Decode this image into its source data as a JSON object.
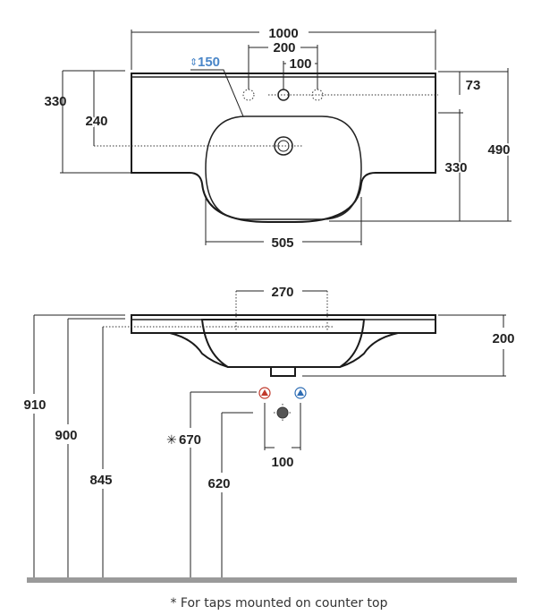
{
  "top_view": {
    "width_total": "1000",
    "tap_spacing_200": "200",
    "tap_offset_100": "100",
    "tap_height_150": "150",
    "depth_left_330": "330",
    "drain_depth_240": "240",
    "tap_hole_73": "73",
    "bowl_depth_330": "330",
    "total_depth_490": "490",
    "bowl_width_505": "505"
  },
  "side_view": {
    "tap_spacing_270": "270",
    "height_200": "200",
    "height_910": "910",
    "height_900": "900",
    "height_845": "845",
    "counter_tap_670": "670",
    "counter_tap_marker": "✳",
    "drain_height_620": "620",
    "supply_spacing_100": "100"
  },
  "colors": {
    "hot": "#c0392b",
    "cold": "#2e6db4",
    "accent_150": "#4a86c8",
    "floor": "#9a9a9a"
  },
  "footnote": "* For taps mounted on counter top"
}
